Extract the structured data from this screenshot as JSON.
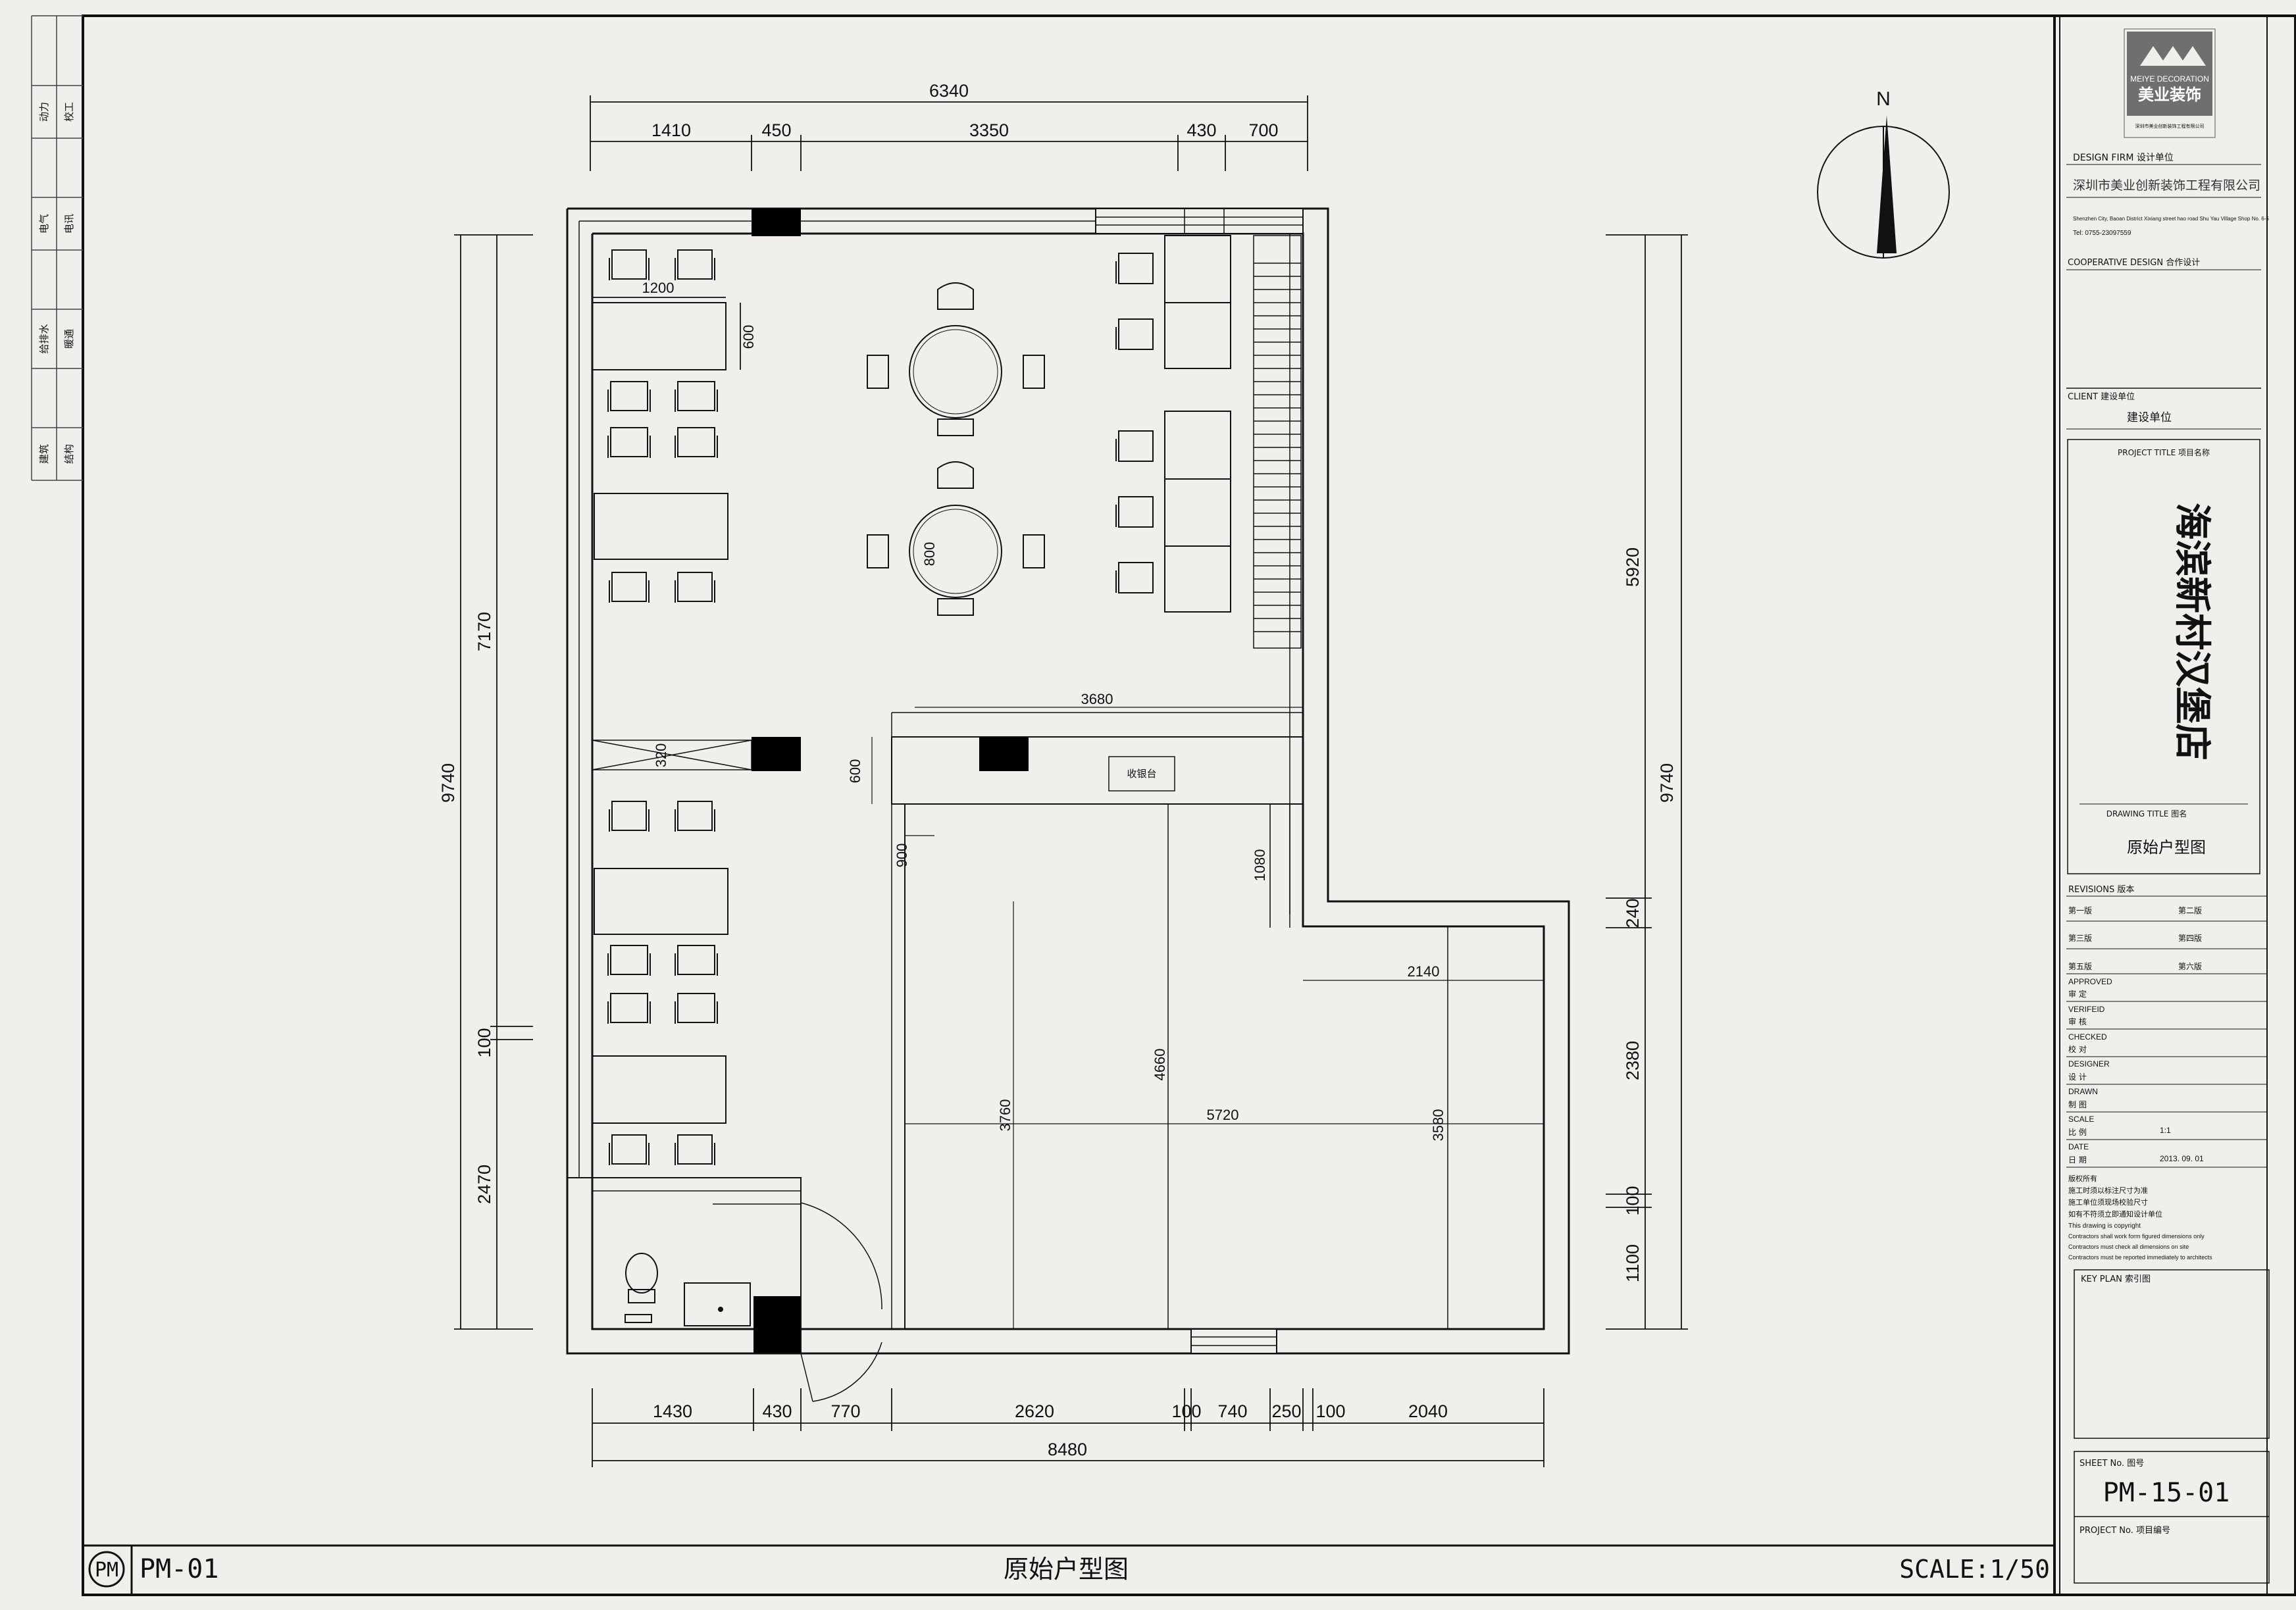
{
  "side_strip": {
    "labels": [
      [
        "动力",
        "校工"
      ],
      [
        "电气",
        "电讯"
      ],
      [
        "给排水",
        "暖通"
      ],
      [
        "建筑",
        "结构"
      ]
    ]
  },
  "plan": {
    "north_label": "N",
    "dimensions": {
      "top_total": "6340",
      "top_segments": [
        "1410",
        "450",
        "3350",
        "430",
        "700"
      ],
      "left_outer": "9740",
      "left_inner": [
        "7170",
        "100",
        "2470"
      ],
      "right_outer": "9740",
      "right_inner": [
        "5920",
        "240",
        "2380",
        "100",
        "1100"
      ],
      "bottom_segments": [
        "1430",
        "430",
        "770",
        "2620",
        "100",
        "740",
        "250",
        "100",
        "2040"
      ],
      "bottom_total": "8480",
      "interior": {
        "table_w": "1200",
        "table_h": "600",
        "round_table": "800",
        "counter_w": "3680",
        "counter_h": "600",
        "partition": "320",
        "d900": "900",
        "d1080": "1080",
        "d2140": "2140",
        "d4660": "4660",
        "d3760": "3760",
        "d5720": "5720",
        "d3580": "3580"
      }
    },
    "counter_label": "收银台"
  },
  "footer": {
    "badge": "PM",
    "code": "PM-01",
    "title": "原始户型图",
    "scale": "SCALE:1/50"
  },
  "title_block": {
    "logo_caption": "MEIYE DECORATION",
    "logo_cn": "美业装饰",
    "logo_small": "深圳市美业创新装饰工程有限公司",
    "design_firm_label": "DESIGN FIRM   设计单位",
    "firm_name": "深圳市美业创新装饰工程有限公司",
    "firm_address": "Shenzhen City, Baoan District Xixiang street hao road Shu Yau Village Shop No. 6-5",
    "firm_tel": "Tel: 0755-23097559",
    "coop_label": "COOPERATIVE DESIGN    合作设计",
    "client_label": "CLIENT   建设单位",
    "client_value": "建设单位",
    "project_title_label": "PROJECT TITLE    项目名称",
    "project_title": "海滨新村汉堡店",
    "drawing_title_label": "DRAWING TITLE    图名",
    "drawing_title": "原始户型图",
    "revisions_label": "REVISIONS   版本",
    "revisions": [
      "第一版",
      "第二版",
      "第三版",
      "第四版",
      "第五版",
      "第六版"
    ],
    "roles": [
      {
        "en": "APPROVED",
        "cn": "审  定",
        "value": ""
      },
      {
        "en": "VERIFEID",
        "cn": "审  核",
        "value": ""
      },
      {
        "en": "CHECKED",
        "cn": "校  对",
        "value": ""
      },
      {
        "en": "DESIGNER",
        "cn": "设  计",
        "value": ""
      },
      {
        "en": "DRAWN",
        "cn": "制  图",
        "value": ""
      },
      {
        "en": "SCALE",
        "cn": "比  例",
        "value": "1:1"
      },
      {
        "en": "DATE",
        "cn": "日  期",
        "value": "2013. 09. 01"
      }
    ],
    "notes": [
      "版权所有",
      "施工时须以标注尺寸为准",
      "施工单位须现场校验尺寸",
      "如有不符须立即通知设计单位",
      "This drawing is copyright",
      "Contractors shall work form figured dimensions only",
      "Contractors must check all dimensions on site",
      "Contractors must be reported immediately to architects"
    ],
    "key_plan_label": "KEY  PLAN    索引图",
    "sheet_no_label": "SHEET No.   图号",
    "sheet_no": "PM-15-01",
    "project_no_label": "PROJECT No.    项目编号"
  }
}
